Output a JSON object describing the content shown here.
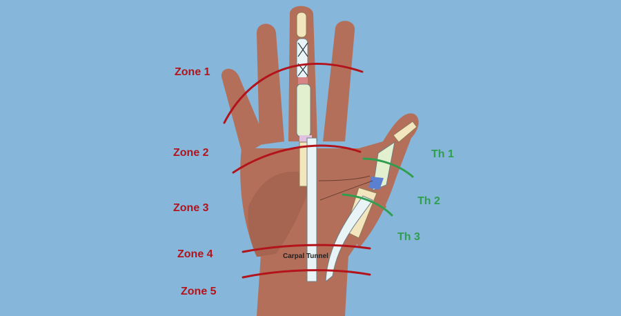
{
  "colors": {
    "background": "#86b6d9",
    "skin": "#b36f5a",
    "skin_dark": "#8f5240",
    "zone_line": "#b3131b",
    "thumb_line": "#2f9e4f",
    "bone": "#f3e6bf",
    "tendon": "#e9f4f7"
  },
  "zones": [
    {
      "label": "Zone 1"
    },
    {
      "label": "Zone 2"
    },
    {
      "label": "Zone 3"
    },
    {
      "label": "Zone 4"
    },
    {
      "label": "Zone 5"
    }
  ],
  "thumb_zones": [
    {
      "label": "Th 1"
    },
    {
      "label": "Th 2"
    },
    {
      "label": "Th 3"
    }
  ],
  "carpal_tunnel_label": "Carpal Tunnel"
}
